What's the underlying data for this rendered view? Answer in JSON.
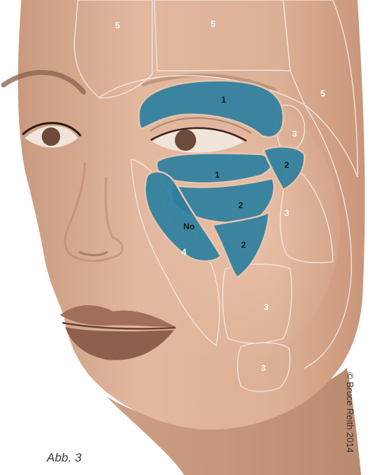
{
  "figure": {
    "caption": "Abb. 3",
    "copyright": "© Bruce Reith 2014",
    "colors": {
      "skin": "#d9ad92",
      "skin_shadow": "#c08f74",
      "fat_pad_blue": "#2d7f9f",
      "zone_outline": "#f3e4da"
    },
    "zone_labels": {
      "forehead_left": "5",
      "forehead_center": "5",
      "temple": "5",
      "brow_pad": "1",
      "lateral_orbit": "3",
      "infraorbital_pad": "1",
      "malar_lateral": "2",
      "malar_middle": "2",
      "malar_lower": "2",
      "cheek_lateral": "3",
      "nasolabial": "No",
      "medial_cheek": "4",
      "jowl": "3",
      "chin_lateral": "3"
    }
  }
}
